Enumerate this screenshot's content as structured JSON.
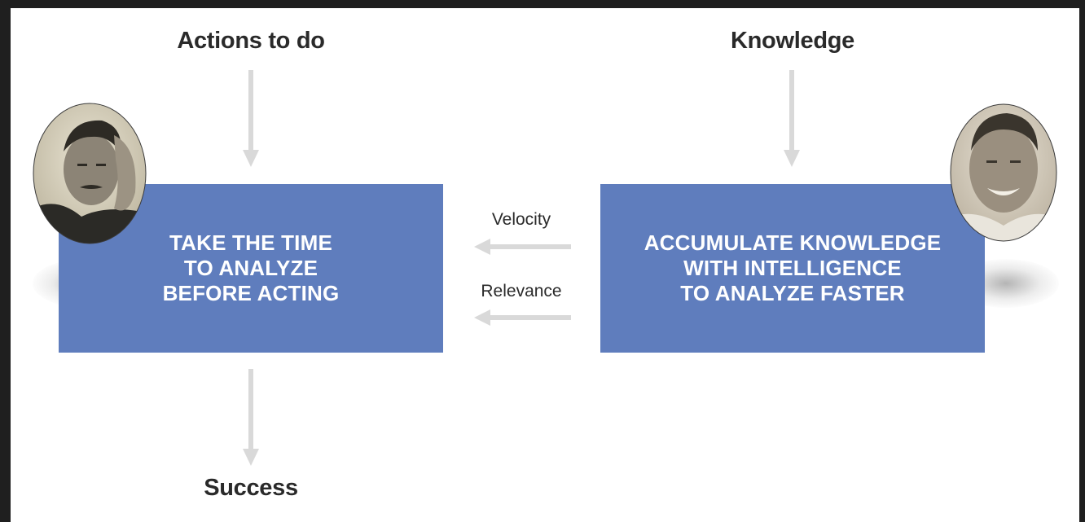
{
  "headings": {
    "actions": "Actions to do",
    "knowledge": "Knowledge",
    "success": "Success"
  },
  "boxes": {
    "left": [
      "TAKE THE TIME",
      "TO ANALYZE",
      "BEFORE ACTING"
    ],
    "right": [
      "ACCUMULATE KNOWLEDGE",
      "WITH INTELLIGENCE",
      "TO ANALYZE FASTER"
    ]
  },
  "arrow_labels": {
    "velocity": "Velocity",
    "relevance": "Relevance"
  },
  "colors": {
    "box": "#5f7dbd",
    "arrow": "#d9d9d9",
    "text": "#2a2a2a",
    "background": "#ffffff",
    "border": "#1f1f1f"
  },
  "icons": {
    "left_portrait": "sepia-portrait-man-hand-on-head",
    "right_portrait": "sepia-portrait-smiling-man"
  }
}
